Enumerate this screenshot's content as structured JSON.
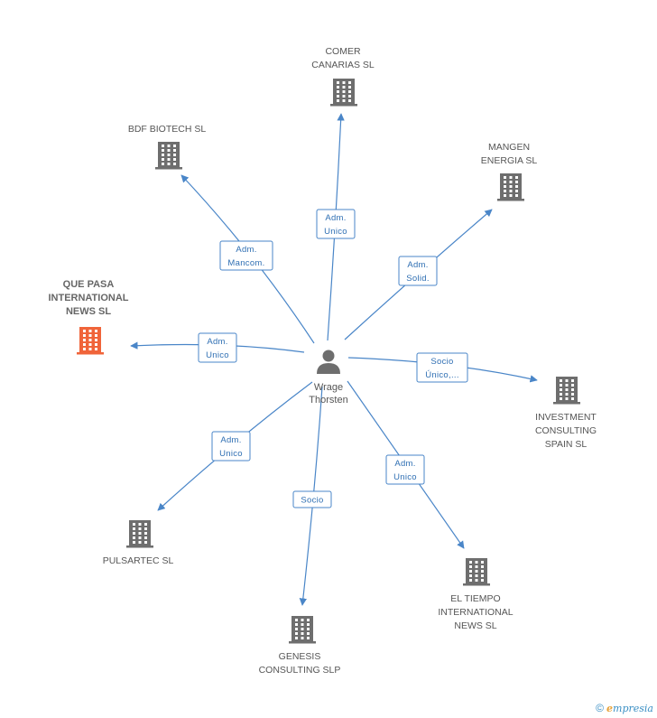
{
  "center": {
    "name_lines": [
      "Wrage",
      "Thorsten"
    ],
    "icon": "person-icon"
  },
  "nodes": [
    {
      "id": "comer",
      "lines": [
        "COMER",
        "CANARIAS SL"
      ],
      "relation": [
        "Adm.",
        "Unico"
      ],
      "highlight": false
    },
    {
      "id": "bdf",
      "lines": [
        "BDF BIOTECH  SL"
      ],
      "relation": [
        "Adm.",
        "Mancom."
      ],
      "highlight": false
    },
    {
      "id": "mangen",
      "lines": [
        "MANGEN",
        "ENERGIA SL"
      ],
      "relation": [
        "Adm.",
        "Solid."
      ],
      "highlight": false
    },
    {
      "id": "quepasa",
      "lines": [
        "QUE PASA",
        "INTERNATIONAL",
        "NEWS SL"
      ],
      "relation": [
        "Adm.",
        "Unico"
      ],
      "highlight": true
    },
    {
      "id": "investment",
      "lines": [
        "INVESTMENT",
        "CONSULTING",
        "SPAIN SL"
      ],
      "relation": [
        "Socio",
        "Único,..."
      ],
      "highlight": false
    },
    {
      "id": "pulsartec",
      "lines": [
        "PULSARTEC SL"
      ],
      "relation": [
        "Adm.",
        "Unico"
      ],
      "highlight": false
    },
    {
      "id": "eltiempo",
      "lines": [
        "EL TIEMPO",
        "INTERNATIONAL",
        "NEWS SL"
      ],
      "relation": [
        "Adm.",
        "Unico"
      ],
      "highlight": false
    },
    {
      "id": "genesis",
      "lines": [
        "GENESIS",
        "CONSULTING SLP"
      ],
      "relation": [
        "Socio"
      ],
      "highlight": false
    }
  ],
  "colors": {
    "edge": "#4a86c8",
    "building": "#6e6e6e",
    "highlight": "#f0643a",
    "person": "#6e6e6e"
  },
  "brand": {
    "copyright": "©",
    "initial": "e",
    "rest": "mpresia"
  }
}
